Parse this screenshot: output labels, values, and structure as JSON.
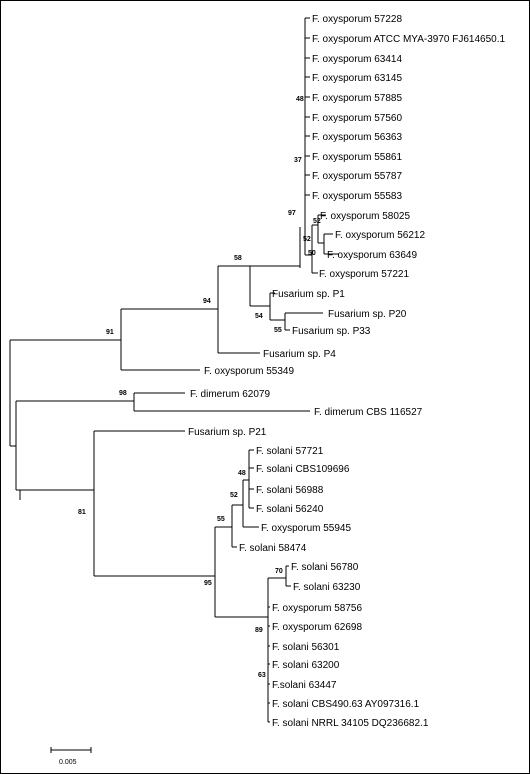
{
  "leaves": {
    "l01": "F. oxysporum 57228",
    "l02": "F. oxysporum ATCC MYA-3970 FJ614650.1",
    "l03": "F. oxysporum 63414",
    "l04": "F. oxysporum 63145",
    "l05": "F. oxysporum 57885",
    "l06": "F. oxysporum 57560",
    "l07": "F. oxysporum 56363",
    "l08": "F. oxysporum 55861",
    "l09": "F. oxysporum 55787",
    "l10": "F. oxysporum 55583",
    "l11": "F. oxysporum 58025",
    "l12": "F. oxysporum 56212",
    "l13": "F. oxysporum 63649",
    "l14": "F. oxysporum 57221",
    "l15": "Fusarium sp. P1",
    "l16": "Fusarium sp. P20",
    "l17": "Fusarium sp. P33",
    "l18": "Fusarium sp. P4",
    "l19": "F. oxysporum 55349",
    "l20": "F. dimerum 62079",
    "l21": "F. dimerum CBS 116527",
    "l22": "Fusarium sp. P21",
    "l23": "F. solani 57721",
    "l24": "F. solani CBS109696",
    "l25": "F. solani 56988",
    "l26": "F. solani 56240",
    "l27": "F. oxysporum 55945",
    "l28": "F. solani 58474",
    "l29": "F. solani 56780",
    "l30": "F. solani 63230",
    "l31": "F. oxysporum 58756",
    "l32": "F. oxysporum 62698",
    "l33": "F. solani 56301",
    "l34": "F. solani 63200",
    "l35": "F.solani 63447",
    "l36": "F. solani  CBS490.63 AY097316.1",
    "l37": "F. solani NRRL 34105 DQ236682.1"
  },
  "bootstrap": {
    "b48a": "48",
    "b37": "37",
    "b97": "97",
    "b52a": "52",
    "b50": "50",
    "b58": "58",
    "b54": "54",
    "b55a": "55",
    "b94": "94",
    "b91": "91",
    "b98": "98",
    "b48b": "48",
    "b52b": "52",
    "b55b": "55",
    "b70": "70",
    "b95": "95",
    "b81": "81",
    "b89": "89",
    "b63": "63"
  },
  "scale_bar": {
    "label": "0.005"
  }
}
